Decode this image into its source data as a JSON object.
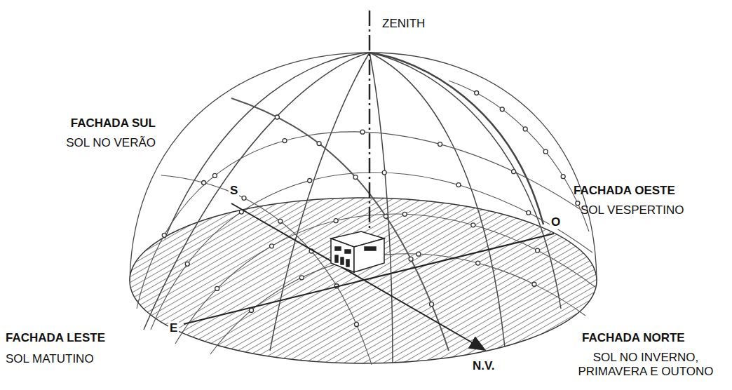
{
  "diagram": {
    "labels": [
      "ZENITH",
      "FACHADA SUL",
      "SOL NO VERÃO",
      "FACHADA OESTE",
      "SOL VESPERTINO",
      "FACHADA LESTE",
      "SOL MATUTINO",
      "FACHADA NORTE",
      "SOL NO INVERNO, PRIMAVERA E OUTONO",
      "S",
      "O",
      "E",
      "N.V."
    ]
  }
}
